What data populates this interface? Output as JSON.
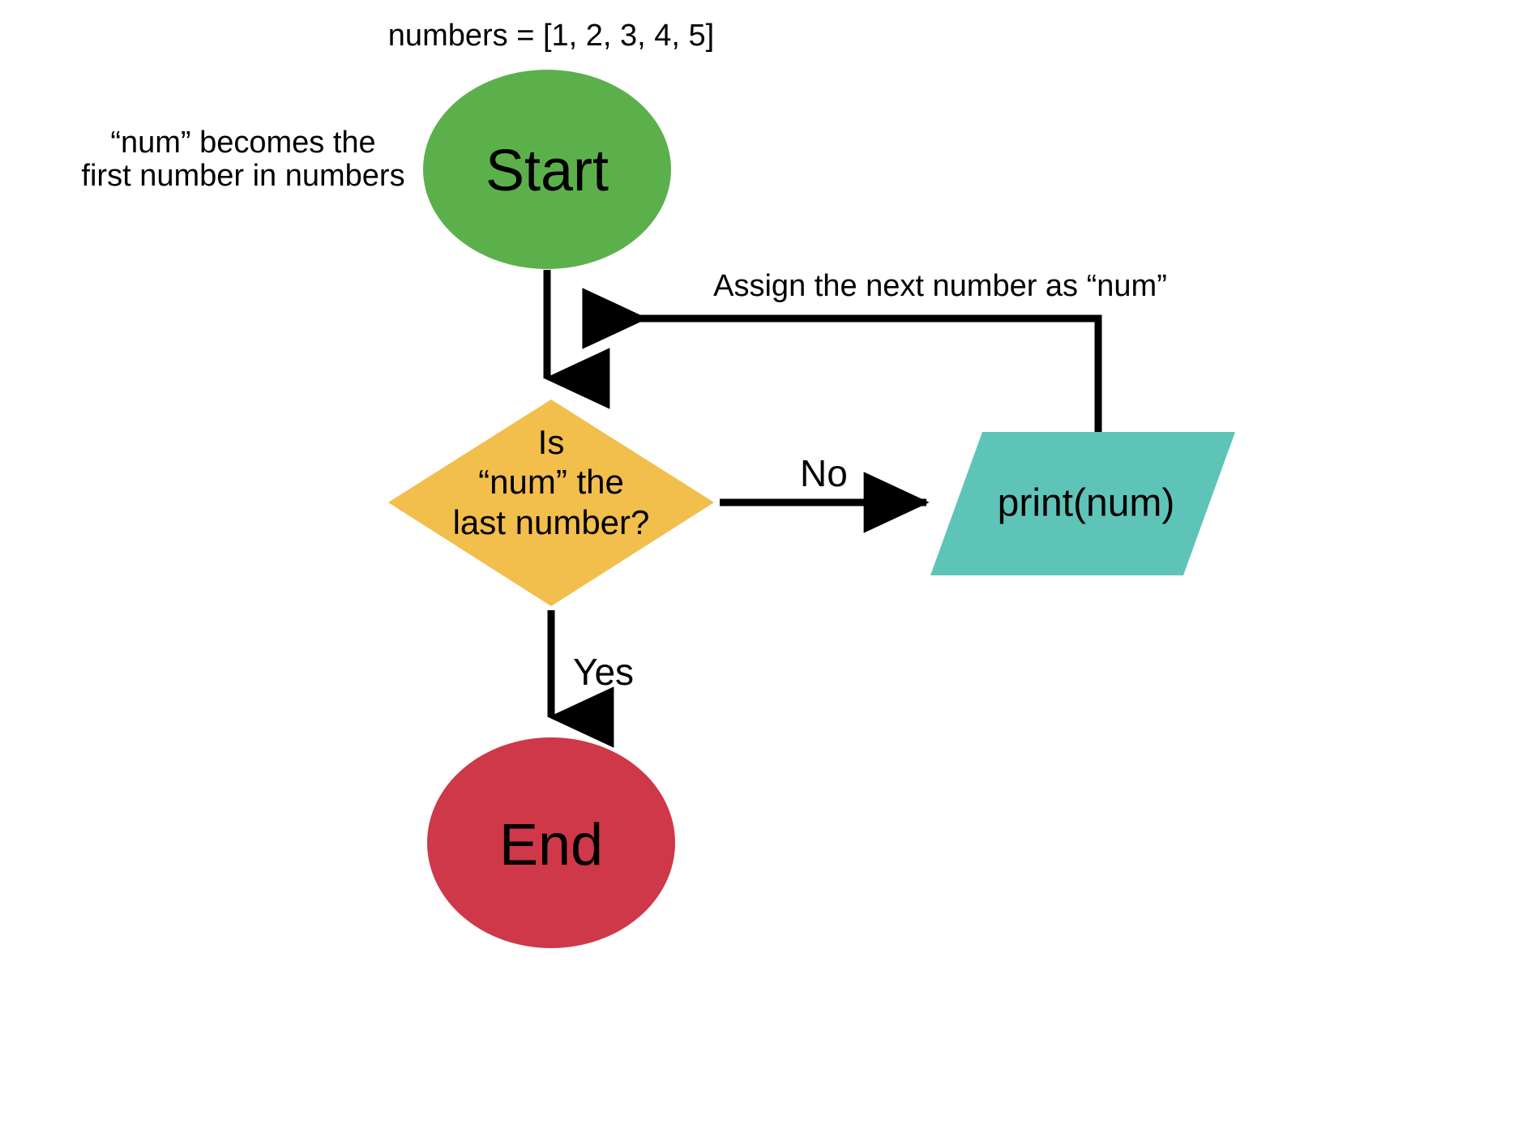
{
  "diagram": {
    "title_caption": "numbers = [1, 2, 3, 4, 5]",
    "type": "flowchart",
    "background_color": "#ffffff"
  },
  "annotations": {
    "init_note_line1": "“num” becomes the",
    "init_note_line2": "first number in numbers",
    "loop_note": "Assign the next number as “num”"
  },
  "nodes": {
    "start": {
      "label": "Start",
      "shape": "ellipse",
      "color": "#5CB04C"
    },
    "decision": {
      "line1": "Is",
      "line2": "“num” the",
      "line3": "last number?",
      "shape": "diamond",
      "color": "#F2BE4C"
    },
    "process": {
      "label": "print(num)",
      "shape": "parallelogram",
      "color": "#5FC4B8"
    },
    "end": {
      "label": "End",
      "shape": "ellipse",
      "color": "#CE3848"
    }
  },
  "edges": {
    "start_to_decision_label": "",
    "decision_no_label": "No",
    "decision_yes_label": "Yes",
    "loop_back_label": "Assign the next number as “num”",
    "line_color": "#000000"
  }
}
